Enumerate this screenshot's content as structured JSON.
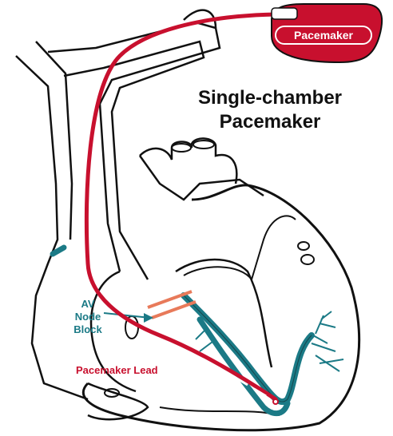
{
  "title": {
    "line1": "Single-chamber",
    "line2": "Pacemaker"
  },
  "device": {
    "label": "Pacemaker",
    "color": "#c8102e"
  },
  "labels": {
    "av_line1": "AV",
    "av_line2": "Node",
    "av_line3": "Block",
    "lead": "Pacemaker Lead"
  },
  "colors": {
    "outline": "#111111",
    "lead": "#c8102e",
    "conduction": "#1b7a86",
    "block": "#e87a5a"
  }
}
